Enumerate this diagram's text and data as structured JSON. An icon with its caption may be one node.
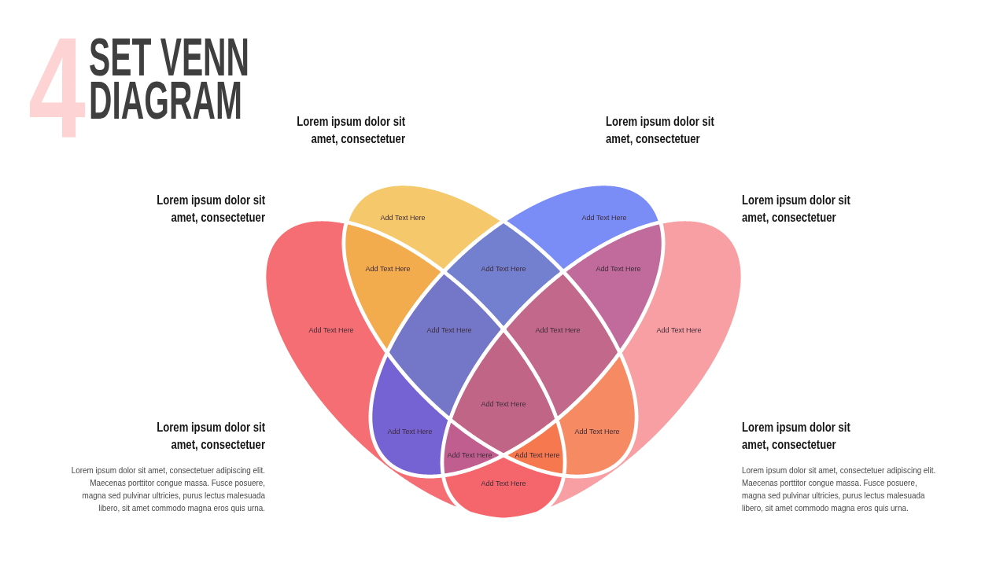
{
  "diagram": {
    "title": "SET VENN DIAGRAM",
    "nodes": [
      {
        "text": [
          "Add Text Here"
        ]
      },
      {
        "text": [
          "Add Text Here"
        ]
      },
      {
        "text": [
          "Add Text Here"
        ]
      },
      {
        "text": [
          "Add Text Here"
        ]
      },
      {
        "text": [
          "Add Text Here"
        ]
      },
      {
        "text": [
          "Add Text Here"
        ]
      },
      {
        "text": [
          "Add Text Here"
        ]
      },
      {
        "text": [
          "Add Text Here"
        ]
      },
      {
        "text": [
          "Add Text Here"
        ]
      },
      {
        "text": [
          "Add Text Here"
        ]
      },
      {
        "text": [
          "Add Text Here"
        ]
      },
      {
        "text": [
          "Add Text Here"
        ]
      },
      {
        "text": [
          "Add Text Here"
        ]
      },
      {
        "text": [
          "Add Text Here"
        ]
      },
      {
        "text": [
          "Add Text Here"
        ]
      }
    ],
    "labels": [
      "4",
      "Lorem ipsum dolor sit amet, consectetuer",
      "Lorem ipsum dolor sit amet, consectetuer",
      "Lorem ipsum dolor sit amet, consectetuer",
      "Lorem ipsum dolor sit amet, consectetuer",
      "Lorem ipsum dolor sit amet, consectetuer",
      "Lorem ipsum dolor sit amet, consectetuer adipiscing elit. Maecenas porttitor congue massa. Fusce posuere, magna sed pulvinar ultricies, purus lectus malesuada libero, sit amet commodo magna eros quis urna.",
      "Lorem ipsum dolor sit amet, consectetuer",
      "Lorem ipsum dolor sit amet, consectetuer adipiscing elit. Maecenas porttitor congue massa. Fusce posuere, magna sed pulvinar ultricies, purus lectus malesuada libero, sit amet commodo magna eros quis urna."
    ]
  }
}
